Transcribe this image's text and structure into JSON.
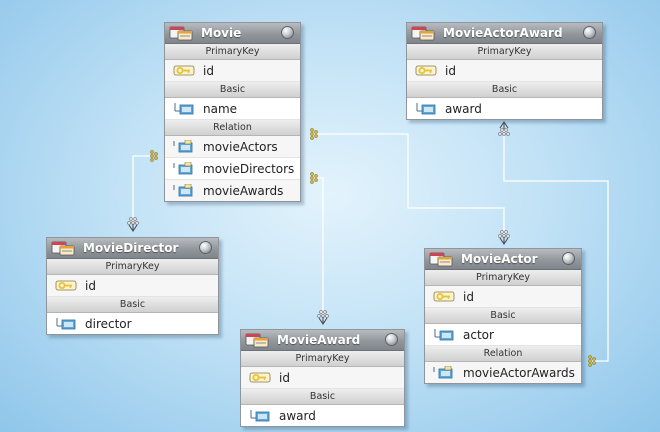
{
  "sections": {
    "primary_key": "PrimaryKey",
    "basic": "Basic",
    "relation": "Relation"
  },
  "entities": {
    "movie": {
      "title": "Movie",
      "primary_key": [
        "id"
      ],
      "basic": [
        "name"
      ],
      "relation": [
        "movieActors",
        "movieDirectors",
        "movieAwards"
      ]
    },
    "movie_actor_award": {
      "title": "MovieActorAward",
      "primary_key": [
        "id"
      ],
      "basic": [
        "award"
      ]
    },
    "movie_director": {
      "title": "MovieDirector",
      "primary_key": [
        "id"
      ],
      "basic": [
        "director"
      ]
    },
    "movie_actor": {
      "title": "MovieActor",
      "primary_key": [
        "id"
      ],
      "basic": [
        "actor"
      ],
      "relation": [
        "movieActorAwards"
      ]
    },
    "movie_award": {
      "title": "MovieAward",
      "primary_key": [
        "id"
      ],
      "basic": [
        "award"
      ]
    }
  },
  "connections": [
    {
      "from": "movie.movieActors",
      "to": "movie_actor"
    },
    {
      "from": "movie.movieDirectors",
      "to": "movie_director"
    },
    {
      "from": "movie.movieAwards",
      "to": "movie_award"
    },
    {
      "from": "movie_actor.movieActorAwards",
      "to": "movie_actor_award"
    }
  ],
  "colors": {
    "background": "#bfe0f5",
    "header": "#92979c",
    "key_icon": "#e8c23a",
    "field_icon": "#5fa8dc",
    "connector": "#ffffff",
    "connector_dot": "#d4b53a"
  },
  "icons": {
    "entity": "entity-icon",
    "primary_key": "key-icon",
    "basic": "field-icon",
    "relation": "relation-icon"
  }
}
